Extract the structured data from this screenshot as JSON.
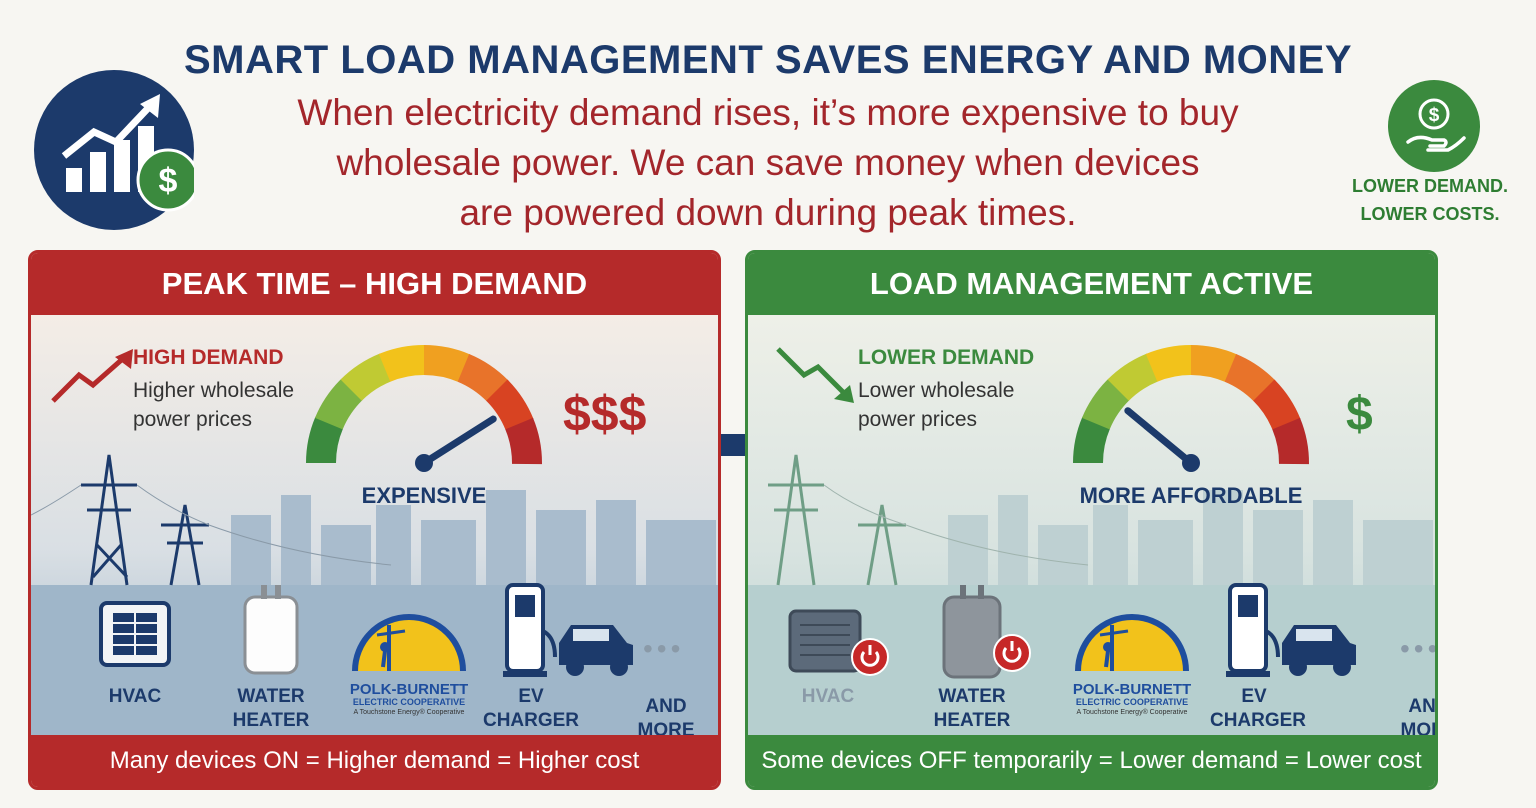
{
  "header": {
    "title": "SMART LOAD MANAGEMENT SAVES ENERGY AND MONEY",
    "subtitle_line1": "When electricity demand rises, it’s more expensive to buy",
    "subtitle_line2": "wholesale power. We can save money when devices",
    "subtitle_line3": "are powered down during peak times.",
    "tag_line1": "LOWER DEMAND.",
    "tag_line2": "LOWER COSTS.",
    "left_icon": "chart-growth-dollar-icon",
    "right_icon": "hand-dollar-icon"
  },
  "panels": {
    "peak": {
      "heading": "PEAK TIME – HIGH DEMAND",
      "demand_label": "HIGH DEMAND",
      "demand_desc1": "Higher wholesale",
      "demand_desc2": "power prices",
      "gauge_label": "EXPENSIVE",
      "price_symbol": "$$$",
      "footer": "Many devices ON = Higher demand = Higher cost",
      "gauge_level": 0.82,
      "devices": {
        "hvac": "HVAC",
        "water_line1": "WATER",
        "water_line2": "HEATER",
        "ev_line1": "EV",
        "ev_line2": "CHARGER",
        "more": "AND MORE"
      }
    },
    "managed": {
      "heading": "LOAD MANAGEMENT ACTIVE",
      "demand_label": "LOWER DEMAND",
      "demand_desc1": "Lower wholesale",
      "demand_desc2": "power prices",
      "gauge_label": "MORE AFFORDABLE",
      "price_symbol": "$",
      "footer": "Some devices OFF temporarily = Lower demand = Lower cost",
      "gauge_level": 0.22,
      "devices": {
        "hvac": "HVAC",
        "water_line1": "WATER",
        "water_line2": "HEATER",
        "ev_line1": "EV",
        "ev_line2": "CHARGER",
        "more": "AND MORE"
      }
    }
  },
  "coop_logo": {
    "name_line1": "POLK-BURNETT",
    "name_line2": "ELECTRIC COOPERATIVE",
    "tagline": "A Touchstone Energy® Cooperative"
  },
  "colors": {
    "navy": "#1c3a6b",
    "red": "#b52a2a",
    "green": "#3b8a3e"
  }
}
